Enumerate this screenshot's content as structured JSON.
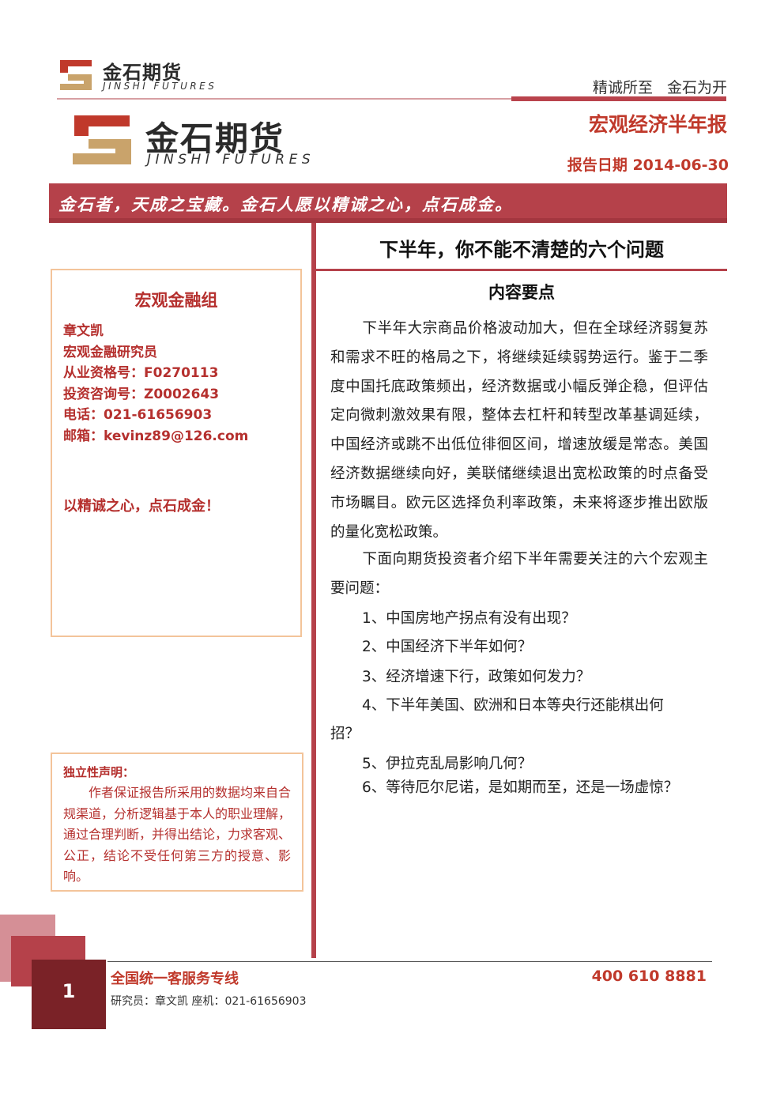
{
  "brand": {
    "name_cn": "金石期货",
    "name_en": "JINSHI FUTURES",
    "slogan_parts": [
      "精诚所至",
      "金石为开"
    ],
    "color_primary": "#b5414a",
    "color_text_red": "#c0392b"
  },
  "report": {
    "type": "宏观经济半年报",
    "date": "报告日期 2014-06-30"
  },
  "banner": {
    "text": "金石者，天成之宝藏。金石人愿以精诚之心，点石成金。"
  },
  "team": {
    "title": "宏观金融组",
    "lines": [
      "章文凯",
      "宏观金融研究员",
      "从业资格号：F0270113",
      "投资咨询号：Z0002643",
      "电话：021-61656903",
      "邮箱：kevinz89@126.com"
    ],
    "motto": "以精诚之心，点石成金！"
  },
  "declaration": {
    "title": "独立性声明：",
    "body": "作者保证报告所采用的数据均来自合规渠道，分析逻辑基于本人的职业理解，通过合理判断，并得出结论，力求客观、公正，结论不受任何第三方的授意、影响。"
  },
  "article": {
    "heading": "下半年，你不能不清楚的六个问题",
    "section_title": "内容要点",
    "paragraph1": "下半年大宗商品价格波动加大，但在全球经济弱复苏和需求不旺的格局之下，将继续延续弱势运行。鉴于二季度中国托底政策频出，经济数据或小幅反弹企稳，但评估定向微刺激效果有限，整体去杠杆和转型改革基调延续，中国经济或跳不出低位徘徊区间，增速放缓是常态。美国经济数据继续向好，美联储继续退出宽松政策的时点备受市场瞩目。欧元区选择负利率政策，未来将逐步推出欧版的量化宽松政策。",
    "paragraph2": "下面向期货投资者介绍下半年需要关注的六个宏观主要问题：",
    "questions": [
      "1、中国房地产拐点有没有出现？",
      "2、中国经济下半年如何？",
      "3、经济增速下行，政策如何发力？",
      "4、下半年美国、欧洲和日本等央行还能棋出何",
      "招？",
      "5、伊拉克乱局影响几何？",
      "6、等待厄尔尼诺，是如期而至，还是一场虚惊？"
    ]
  },
  "footer": {
    "page_number": "1",
    "hotline_label": "全国统一客服务专线",
    "hotline_number": "400 610 8881",
    "researcher": "研究员：章文凯  座机：021-61656903"
  }
}
